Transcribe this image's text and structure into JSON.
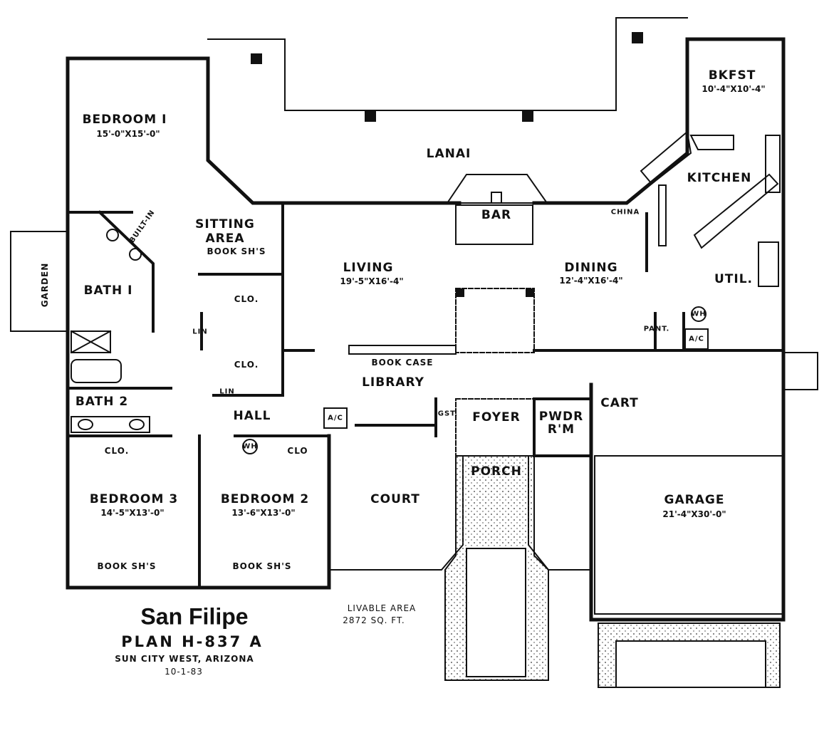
{
  "title": "San Filipe",
  "plan": "PLAN  H-837 A",
  "location": "SUN CITY WEST, ARIZONA",
  "date": "10-1-83",
  "livable_area": {
    "label": "LIVABLE AREA",
    "value": "2872 SQ. FT."
  },
  "rooms": {
    "bedroom1": {
      "name": "BEDROOM I",
      "size": "15'-0\"X15'-0\""
    },
    "lanai": {
      "name": "LANAI"
    },
    "bkfst": {
      "name": "BKFST",
      "size": "10'-4\"X10'-4\""
    },
    "kitchen": {
      "name": "KITCHEN"
    },
    "bar": {
      "name": "BAR"
    },
    "china": {
      "name": "CHINA"
    },
    "sitting": {
      "name1": "SITTING",
      "name2": "AREA",
      "shelves": "BOOK SH'S"
    },
    "living": {
      "name": "LIVING",
      "size": "19'-5\"X16'-4\""
    },
    "dining": {
      "name": "DINING",
      "size": "12'-4\"X16'-4\""
    },
    "util": {
      "name": "UTIL."
    },
    "bath1": {
      "name": "BATH I",
      "builtin": "BUILT-IN"
    },
    "garden": {
      "name": "GARDEN"
    },
    "clo_a": "CLO.",
    "clo_b": "CLO.",
    "lin_a": "LIN",
    "lin_b": "LIN",
    "pantry": "PANT.",
    "wh_util": "WH",
    "ac_util": "A/C",
    "bookcase": "BOOK CASE",
    "library": {
      "name": "LIBRARY"
    },
    "bath2": {
      "name": "BATH 2"
    },
    "hall": {
      "name": "HALL"
    },
    "ac_hall": "A/C",
    "gst": "GST.",
    "foyer": {
      "name": "FOYER"
    },
    "pwdr": {
      "name1": "PWDR",
      "name2": "R'M"
    },
    "cart": {
      "name": "CART"
    },
    "clo_bed3": "CLO.",
    "wh_hall": "WH",
    "clo_bed2": "CLO",
    "porch": {
      "name": "PORCH"
    },
    "bedroom3": {
      "name": "BEDROOM 3",
      "size": "14'-5\"X13'-0\"",
      "shelves": "BOOK SH'S"
    },
    "bedroom2": {
      "name": "BEDROOM 2",
      "size": "13'-6\"X13'-0\"",
      "shelves": "BOOK SH'S"
    },
    "court": {
      "name": "COURT"
    },
    "garage": {
      "name": "GARAGE",
      "size": "21'-4\"X30'-0\""
    }
  }
}
